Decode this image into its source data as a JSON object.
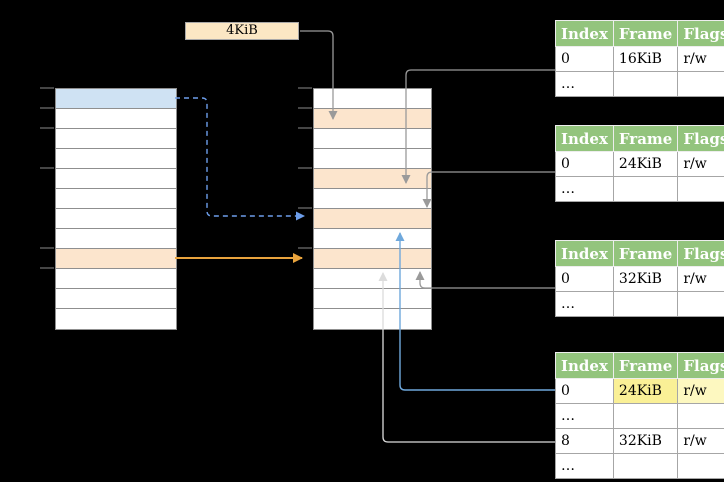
{
  "page_size_label": "4KiB",
  "left_column": {
    "description": "virtual memory column",
    "row_count": 12,
    "blue_row_index": 0,
    "orange_row_index": 8
  },
  "middle_column": {
    "description": "physical memory column with page-table frames",
    "row_count": 12,
    "peach_row_indices": [
      1,
      4,
      6,
      8
    ]
  },
  "tables": [
    {
      "name": "page-table-1",
      "headers": [
        "Index",
        "Frame",
        "Flags"
      ],
      "rows": [
        {
          "cells": [
            "0",
            "16KiB",
            "r/w"
          ]
        },
        {
          "cells": [
            "…",
            "",
            ""
          ]
        }
      ]
    },
    {
      "name": "page-table-2",
      "headers": [
        "Index",
        "Frame",
        "Flags"
      ],
      "rows": [
        {
          "cells": [
            "0",
            "24KiB",
            "r/w"
          ]
        },
        {
          "cells": [
            "…",
            "",
            ""
          ]
        }
      ]
    },
    {
      "name": "page-table-3",
      "headers": [
        "Index",
        "Frame",
        "Flags"
      ],
      "rows": [
        {
          "cells": [
            "0",
            "32KiB",
            "r/w"
          ]
        },
        {
          "cells": [
            "…",
            "",
            ""
          ]
        }
      ]
    },
    {
      "name": "page-table-4",
      "headers": [
        "Index",
        "Frame",
        "Flags"
      ],
      "rows": [
        {
          "cells": [
            "0",
            "24KiB",
            "r/w"
          ],
          "highlighted_cells": [
            "frame",
            "flags"
          ]
        },
        {
          "cells": [
            "…",
            "",
            ""
          ]
        },
        {
          "cells": [
            "8",
            "32KiB",
            "r/w"
          ]
        },
        {
          "cells": [
            "…",
            "",
            ""
          ]
        }
      ]
    }
  ],
  "arrows": [
    {
      "name": "page-size-pointer-arrow",
      "color": "#9a9a9a",
      "style": "solid",
      "from": "4KiB label",
      "to": "middle column frame at 4KiB"
    },
    {
      "name": "table1-pointer-arrow",
      "color": "#9a9a9a",
      "style": "solid",
      "from": "page-table-1",
      "to": "middle column frame at 16KiB"
    },
    {
      "name": "table2-pointer-arrow",
      "color": "#9a9a9a",
      "style": "solid",
      "from": "page-table-2",
      "to": "middle column frame at 24KiB"
    },
    {
      "name": "table3-pointer-arrow",
      "color": "#9a9a9a",
      "style": "solid",
      "from": "page-table-3",
      "to": "middle column frame at 32KiB"
    },
    {
      "name": "table4-entry0-arrow",
      "color": "#6fa8dc",
      "style": "solid",
      "from": "page-table-4 highlighted entry",
      "to": "middle column frame at 24KiB"
    },
    {
      "name": "table4-entry8-arrow",
      "color": "#dcdcdc",
      "style": "solid",
      "from": "page-table-4 entry 8",
      "to": "middle column frame at 32KiB"
    },
    {
      "name": "virtual-blue-page-arrow",
      "color": "#6d9eeb",
      "style": "dashed",
      "from": "blue virtual page",
      "to": "middle column"
    },
    {
      "name": "virtual-orange-page-arrow",
      "color": "#e8a33d",
      "style": "solid",
      "from": "orange virtual page",
      "to": "middle column orange frame"
    }
  ],
  "colors": {
    "background": "#000000",
    "table_header_green": "#93c47d",
    "peach_fill": "#fce5cd",
    "blue_fill": "#cfe2f3",
    "label_fill": "#fbe7c4",
    "highlight_yellow": "#faf096",
    "highlight_yellow_light": "#fdf8c0",
    "grid_border": "#8f8f8f",
    "arrow_gray": "#9a9a9a",
    "arrow_white": "#dcdcdc",
    "arrow_orange": "#e8a33d",
    "arrow_blue": "#6fa8dc",
    "arrow_blue_dashed": "#6d9eeb"
  }
}
